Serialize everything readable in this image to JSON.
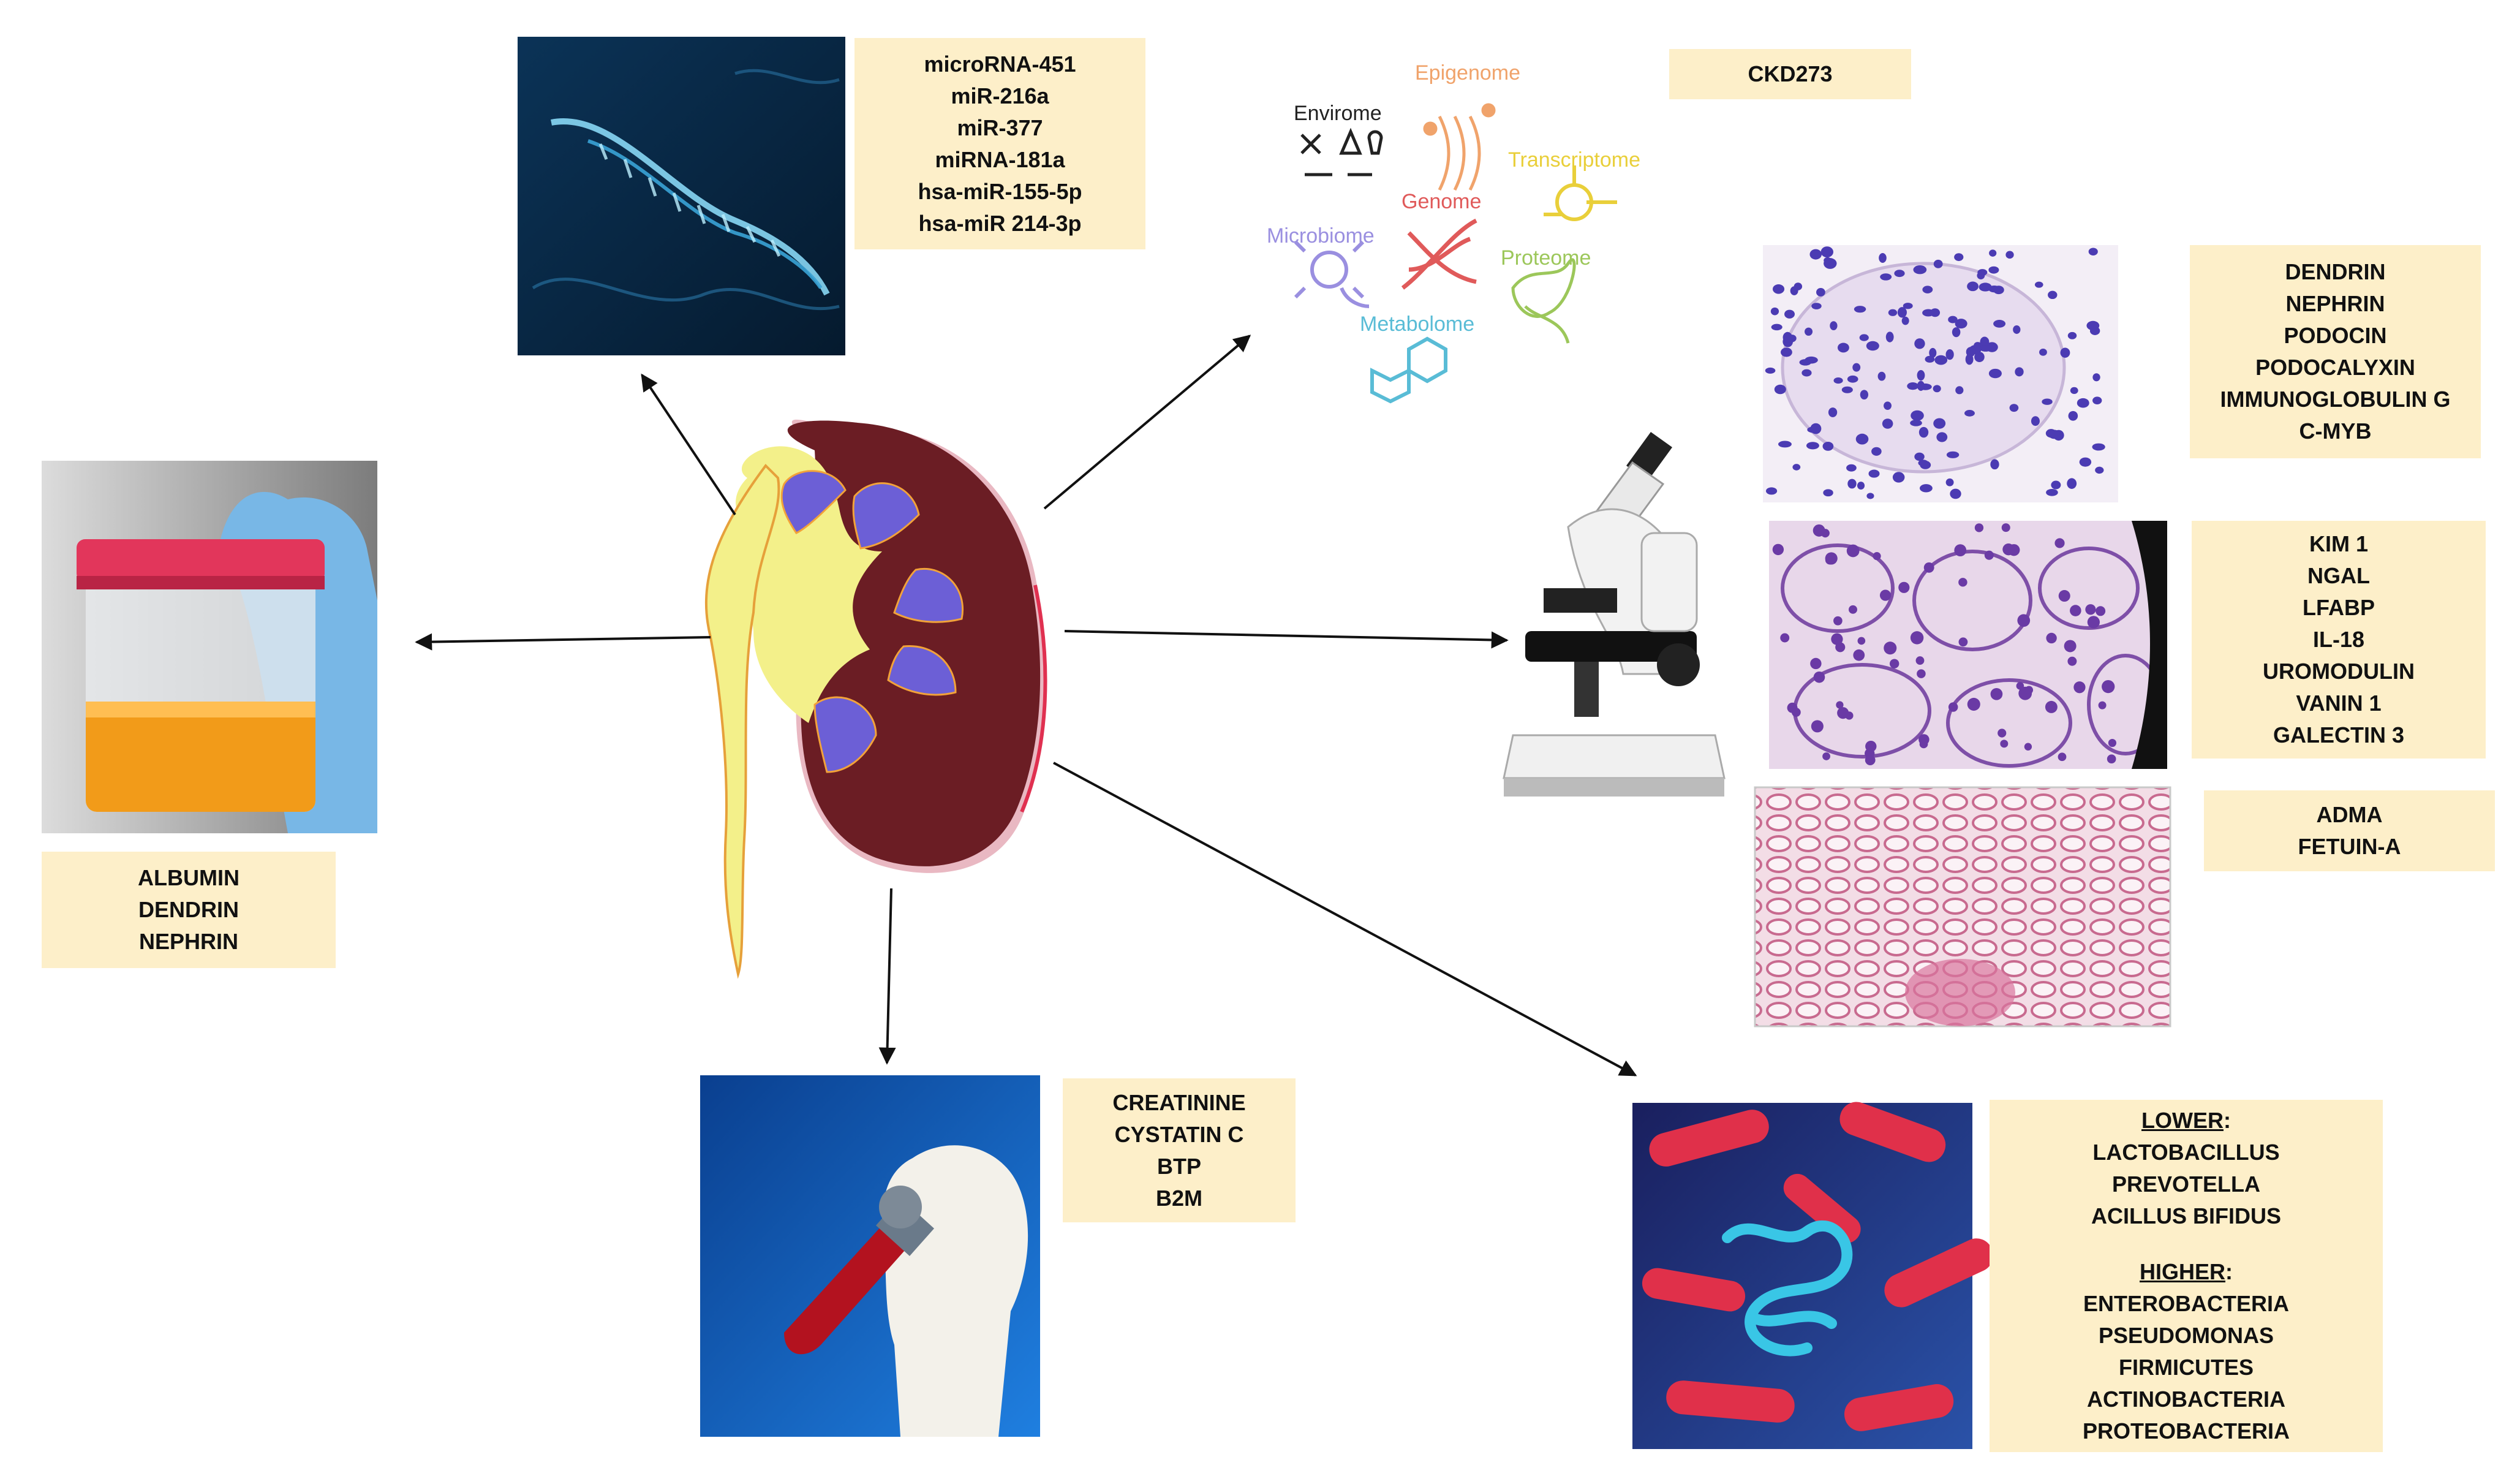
{
  "urine": {
    "markers": [
      "ALBUMIN",
      "DENDRIN",
      "NEPHRIN"
    ]
  },
  "microrna": {
    "markers": [
      "microRNA-451",
      "miR-216a",
      "miR-377",
      "miRNA-181a",
      "hsa-miR-155-5p",
      "hsa-miR 214-3p"
    ]
  },
  "omics": {
    "peptide_panel": "CKD273",
    "layers": {
      "envirome": "Envirome",
      "epigenome": "Epigenome",
      "transcriptome": "Transcriptome",
      "genome": "Genome",
      "microbiome": "Microbiome",
      "proteome": "Proteome",
      "metabolome": "Metabolome"
    },
    "colors": {
      "envirome": "#222222",
      "epigenome": "#f0a36b",
      "transcriptome": "#e9cf3a",
      "genome": "#e05a5a",
      "microbiome": "#9a8fe0",
      "proteome": "#9cc75a",
      "metabolome": "#59bcd6"
    }
  },
  "histology": {
    "glomerular": [
      "DENDRIN",
      "NEPHRIN",
      "PODOCIN",
      "PODOCALYXIN",
      "IMMUNOGLOBULIN G",
      "C-MYB"
    ],
    "tubular": [
      "KIM 1",
      "NGAL",
      "LFABP",
      "IL-18",
      "UROMODULIN",
      "VANIN 1",
      "GALECTIN 3"
    ],
    "interstitial": [
      "ADMA",
      "FETUIN-A"
    ]
  },
  "blood": {
    "markers": [
      "CREATININE",
      "CYSTATIN C",
      "BTP",
      "B2M"
    ]
  },
  "gut_microbiota": {
    "lower_heading": "LOWER",
    "lower": [
      "LACTOBACILLUS",
      "PREVOTELLA",
      "ACILLUS BIFIDUS"
    ],
    "higher_heading": "HIGHER",
    "higher": [
      "ENTEROBACTERIA",
      "PSEUDOMONAS",
      "FIRMICUTES",
      "ACTINOBACTERIA",
      "PROTEOBACTERIA"
    ]
  },
  "icons": [
    "kidney-icon",
    "urine-cup-icon",
    "rna-strand-icon",
    "omics-icon",
    "microscope-icon",
    "blood-tube-icon",
    "bacteria-icon"
  ],
  "colors": {
    "label_bg": "#fdefc9",
    "kidney_cortex": "#6b1d24",
    "kidney_pelvis": "#f3f08a",
    "rna_bg": "#0a2a4a",
    "blood_bg": "#0c4ea3",
    "bacteria_red": "#e0304a"
  }
}
